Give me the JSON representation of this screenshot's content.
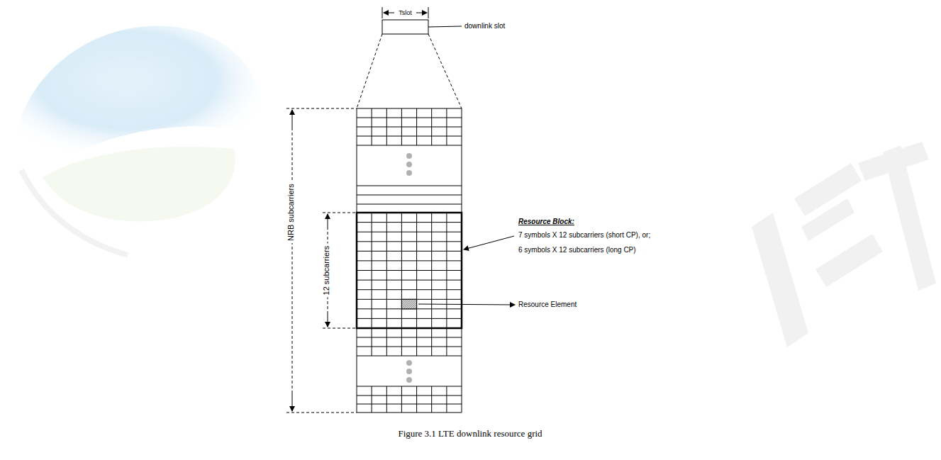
{
  "diagram": {
    "caption": "Figure 3.1 LTE downlink resource grid",
    "labels": [
      "Tslot",
      "downlink slot",
      "NRB subcarriers",
      "12 subcarriers",
      "Resource Block:",
      "7 symbols X 12 subcarriers (short CP), or;",
      "6 symbols X 12 subcarriers (long CP)",
      "Resource Element"
    ]
  }
}
